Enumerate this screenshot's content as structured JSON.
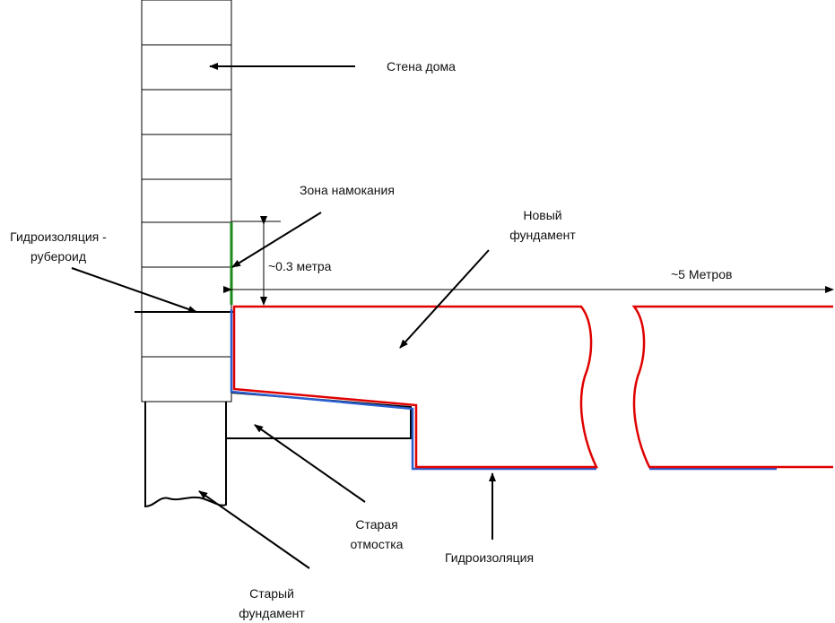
{
  "labels": {
    "wall": "Стена дома",
    "wet_zone": "Зона намокания",
    "new_foundation": [
      "Новый",
      "фундамент"
    ],
    "waterproofing_roofing": [
      "Гидроизоляция -",
      "рубероид"
    ],
    "height_dim": "~0.3 метра",
    "length_dim": "~5 Метров",
    "old_blind_area": [
      "Старая",
      "отмостка"
    ],
    "waterproofing": "Гидроизоляция",
    "old_foundation": [
      "Старый",
      "фундамент"
    ]
  },
  "colors": {
    "outline": "#000000",
    "new_foundation": "#e00000",
    "waterproofing": "#2a5fd0",
    "wet_zone": "#1a8a1a"
  }
}
